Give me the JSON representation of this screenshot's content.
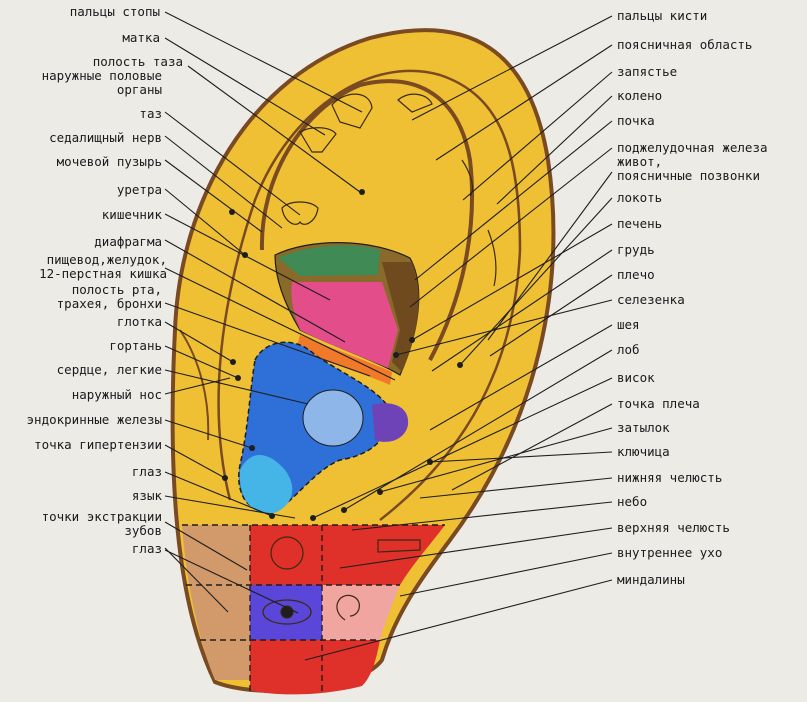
{
  "left_labels": [
    "пальцы стопы",
    "матка",
    "полость таза",
    "наружные половые",
    "органы",
    "таз",
    "седалищный нерв",
    "мочевой пузырь",
    "уретра",
    "кишечник",
    "диафрагма",
    "пищевод,желудок,",
    "12-перстная кишка",
    "полость рта,",
    "трахея, бронхи",
    "глотка",
    "гортань",
    "сердце, легкие",
    "наружный нос",
    "эндокринные железы",
    "точка гипертензии",
    "глаз",
    "язык",
    "точки экстракции",
    "зубов",
    "глаз"
  ],
  "right_labels": [
    "пальцы кисти",
    "поясничная область",
    "запястье",
    "колено",
    "почка",
    "поджелудочная железа",
    "живот,",
    "поясничные позвонки",
    "локоть",
    "печень",
    "грудь",
    "плечо",
    "селезенка",
    "шея",
    "лоб",
    "висок",
    "точка плеча",
    "затылок",
    "ключица",
    "нижняя челюсть",
    "небо",
    "верхняя челюсть",
    "внутреннее ухо",
    "миндалины"
  ],
  "colors": {
    "background": "#ecebe6",
    "ear_fill": "#f0c034",
    "ear_outline": "#7a4a22",
    "lobe_tan": "#d29a6a",
    "lobe_red": "#e0302a",
    "lobe_pink": "#f0a5a0",
    "concha_blue": "#2e6fd8",
    "lung_blue": "#8fb6e8",
    "cyan": "#45b4e6",
    "magenta": "#e34d8a",
    "green": "#3f8a55",
    "brown": "#8a6a2a",
    "purple": "#6f43b8",
    "leader_line": "#1e1e1e"
  }
}
